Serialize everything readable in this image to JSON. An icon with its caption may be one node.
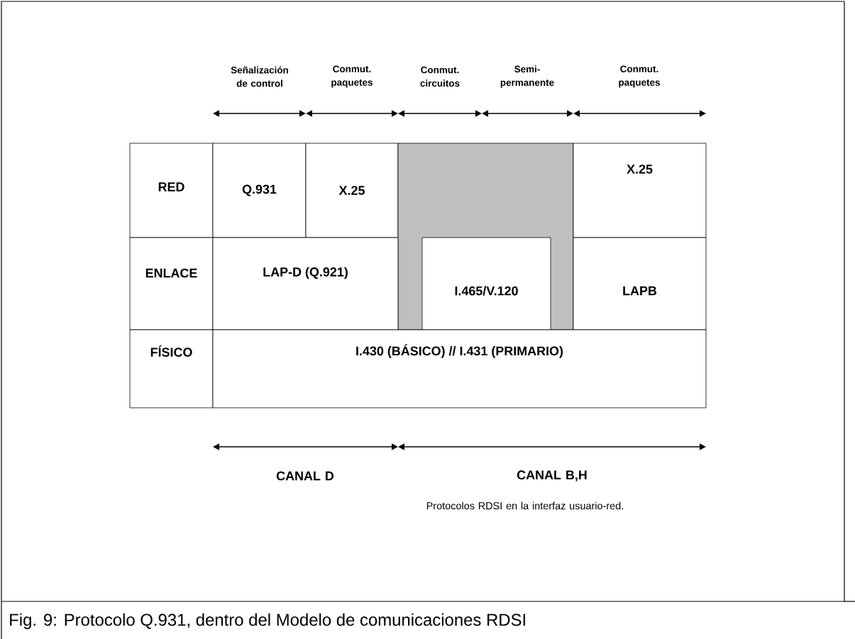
{
  "diagram": {
    "caption": "Fig. 9: Protocolo Q.931, dentro del Modelo de comunicaciones RDSI",
    "nodes": [
      {
        "text": [
          "RED"
        ]
      },
      {
        "text": [
          "Q.931"
        ]
      },
      {
        "text": [
          "X.25"
        ]
      },
      {
        "text": [],
        "shape": "box"
      },
      {
        "text": [
          "X.25"
        ]
      },
      {
        "text": [
          "ENLACE"
        ]
      },
      {
        "text": [
          "LAP-D (Q.921)"
        ]
      },
      {
        "text": [
          "I.465/V.120"
        ],
        "in": 3
      },
      {
        "text": [
          "LAPB"
        ]
      },
      {
        "text": [
          "FÍSICO"
        ]
      },
      {
        "text": [
          "I.430 (BÁSICO) // I.431 (PRIMARIO)"
        ]
      }
    ],
    "labels": [
      "Señalización de control",
      "Conmut. paquetes",
      "Conmut. circuitos",
      "Semi- permanente",
      "Conmut. paquetes",
      "CANAL D",
      "CANAL B,H",
      "Protocolos RDSI en la interfaz usuario-red."
    ]
  }
}
